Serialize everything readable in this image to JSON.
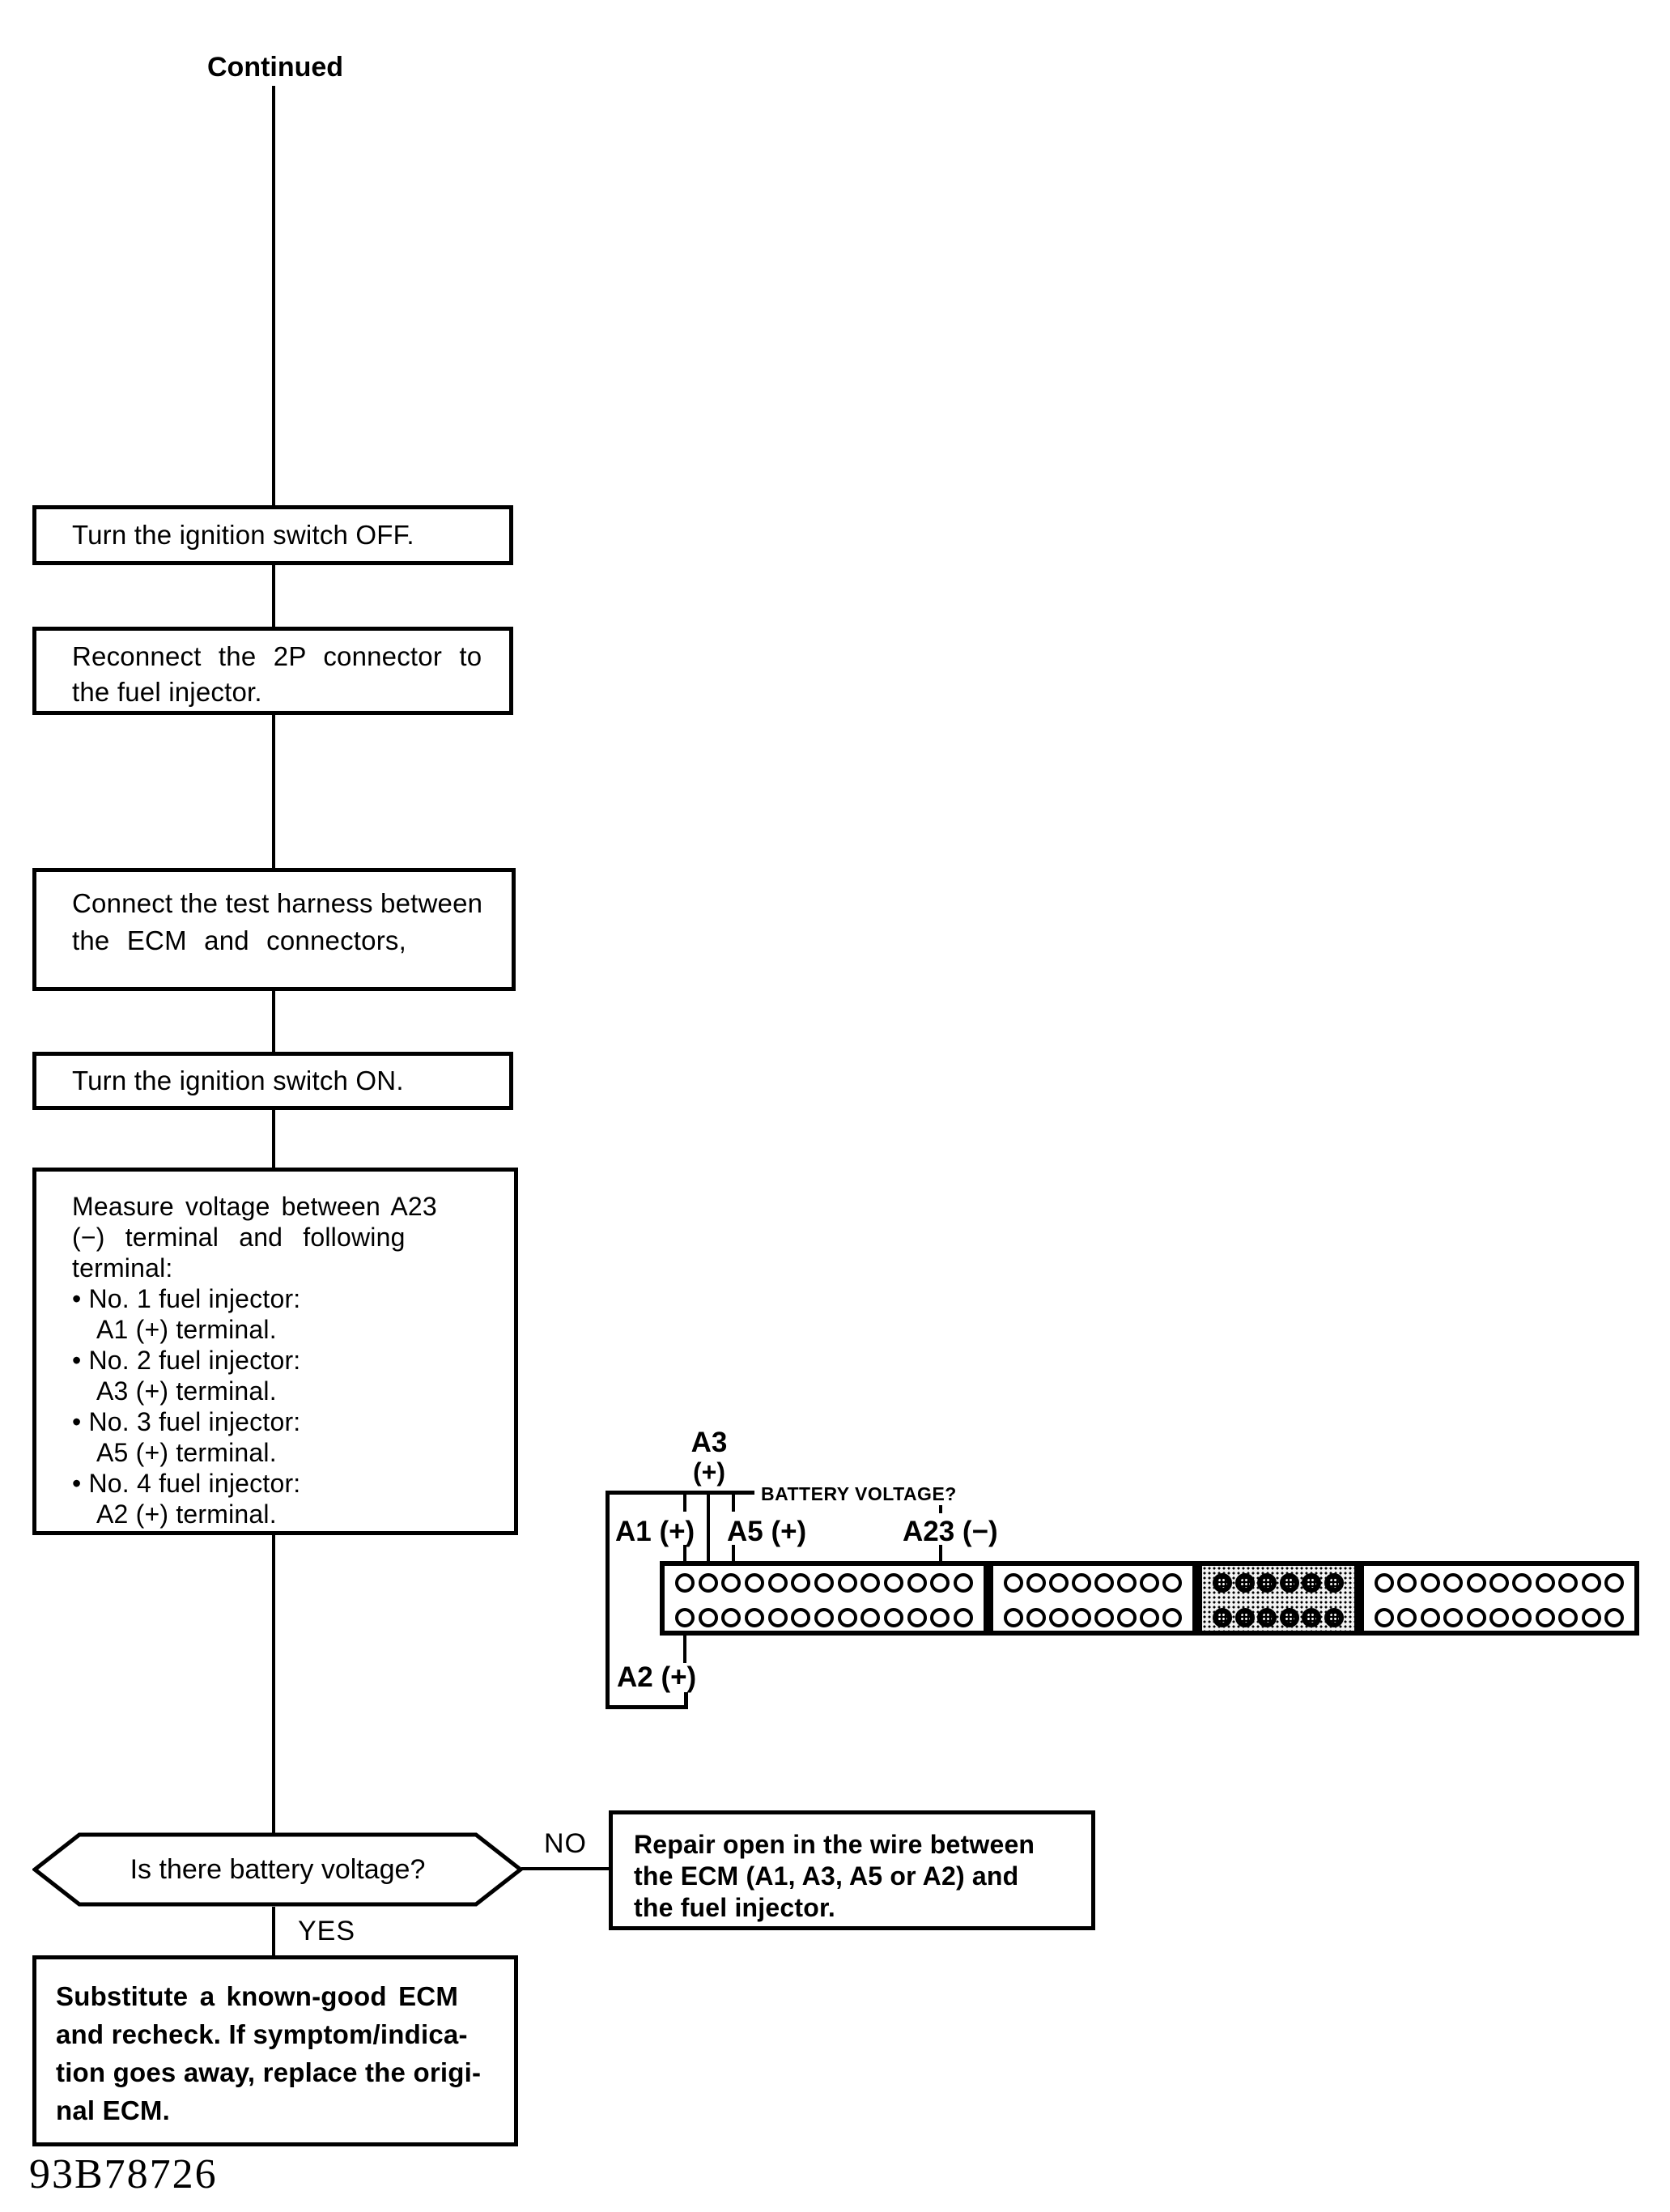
{
  "page": {
    "continued_label": "Continued",
    "doc_number": "93B78726"
  },
  "flow": {
    "box1": {
      "line1": "Turn the ignition switch OFF."
    },
    "box2": {
      "line1": "Reconnect the 2P connector to",
      "line2": "the fuel injector."
    },
    "box3": {
      "line1": "Connect the test harness between",
      "line2": "the ECM and connectors,"
    },
    "box4": {
      "line1": "Turn the ignition switch ON."
    },
    "box5": {
      "line1": "Measure voltage between A23",
      "line2": "(−) terminal and following",
      "line3": "terminal:",
      "line4": "• No. 1 fuel injector:",
      "line5": "A1 (+) terminal.",
      "line6": "• No. 2 fuel injector:",
      "line7": "A3 (+) terminal.",
      "line8": "• No. 3 fuel injector:",
      "line9": "A5 (+) terminal.",
      "line10": "• No. 4 fuel injector:",
      "line11": "A2 (+) terminal."
    },
    "decision": {
      "question": "Is there battery voltage?",
      "no_label": "NO",
      "yes_label": "YES"
    },
    "repair_box": {
      "line1": "Repair open in the wire between",
      "line2": "the ECM (A1, A3, A5 or A2) and",
      "line3": "the fuel injector."
    },
    "substitute_box": {
      "line1": "Substitute a known-good ECM",
      "line2": "and recheck. If symptom/indica-",
      "line3": "tion goes away, replace the origi-",
      "line4": "nal ECM."
    }
  },
  "connector": {
    "labels": {
      "a3_top": "A3",
      "a3_sign": "(+)",
      "a1": "A1 (+)",
      "a5": "A5 (+)",
      "a23": "A23 (−)",
      "a2": "A2 (+)",
      "battery_question": "BATTERY VOLTAGE?"
    },
    "sections": [
      {
        "name": "ecm-connector-section-a",
        "pins_per_row": 13,
        "rows": 2,
        "shaded": false
      },
      {
        "name": "ecm-connector-section-b",
        "pins_per_row": 8,
        "rows": 2,
        "shaded": false
      },
      {
        "name": "ecm-connector-section-c",
        "pins_per_row": 6,
        "rows": 2,
        "shaded": true
      },
      {
        "name": "ecm-connector-section-d",
        "pins_per_row": 11,
        "rows": 2,
        "shaded": false
      }
    ]
  },
  "colors": {
    "ink": "#000000",
    "paper": "#ffffff"
  }
}
